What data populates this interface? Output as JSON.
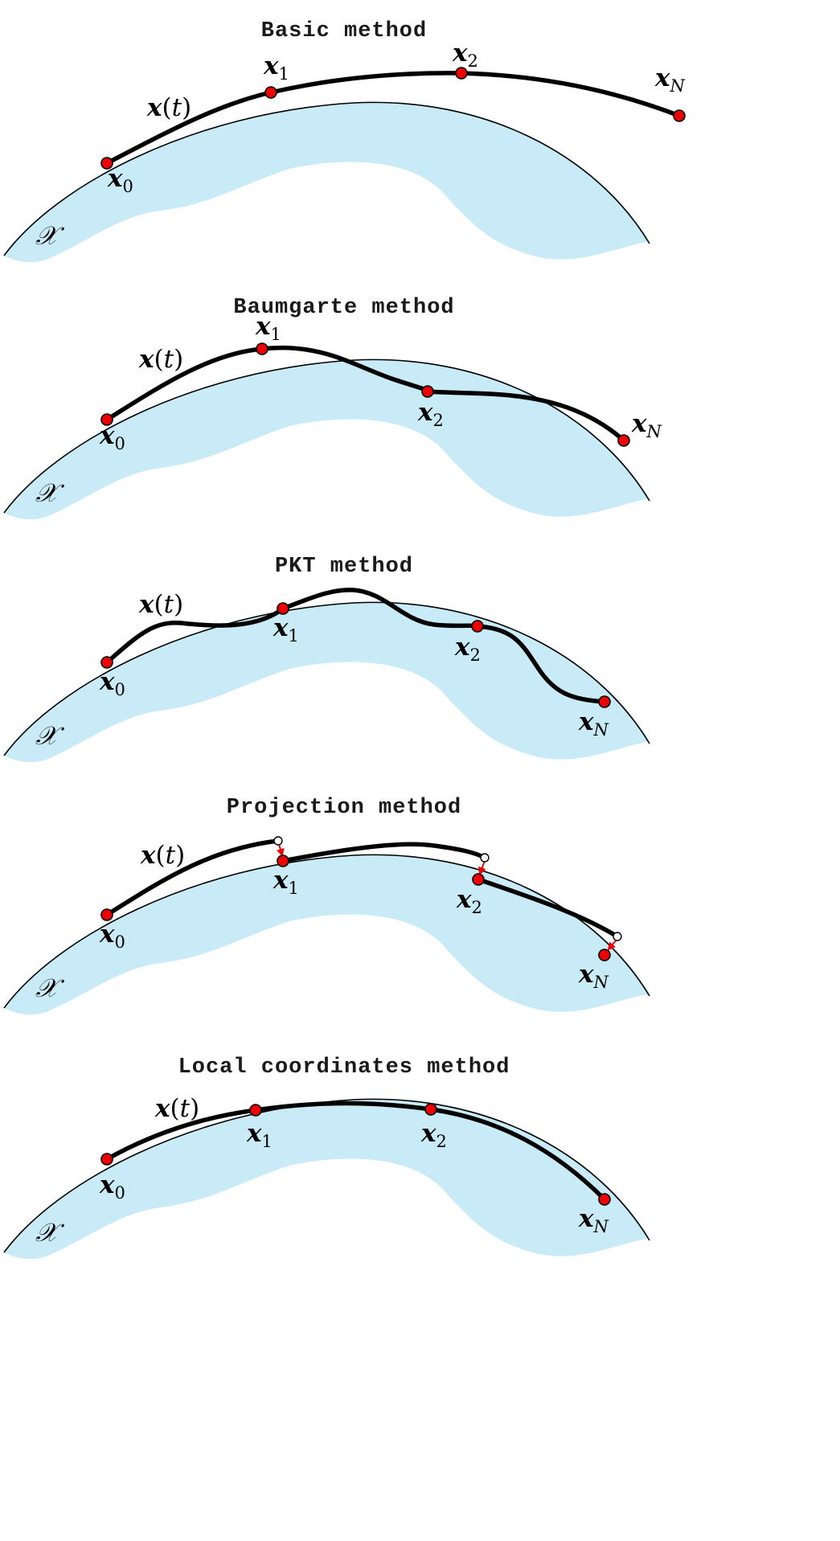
{
  "panels": [
    {
      "title": "Basic method"
    },
    {
      "title": "Baumgarte method"
    },
    {
      "title": "PKT method"
    },
    {
      "title": "Projection method"
    },
    {
      "title": "Local coordinates method"
    }
  ],
  "labels": {
    "x_symbol": "x",
    "t_symbol": "t",
    "open_paren": "(",
    "close_paren": ")",
    "sub_0": "0",
    "sub_1": "1",
    "sub_2": "2",
    "sub_N": "N",
    "set_symbol": "𝒳"
  },
  "colors": {
    "region_fill": "#c9ebf8",
    "point_fill": "#ee0000",
    "projection_arrow": "#ee0000",
    "curve": "#000000"
  }
}
